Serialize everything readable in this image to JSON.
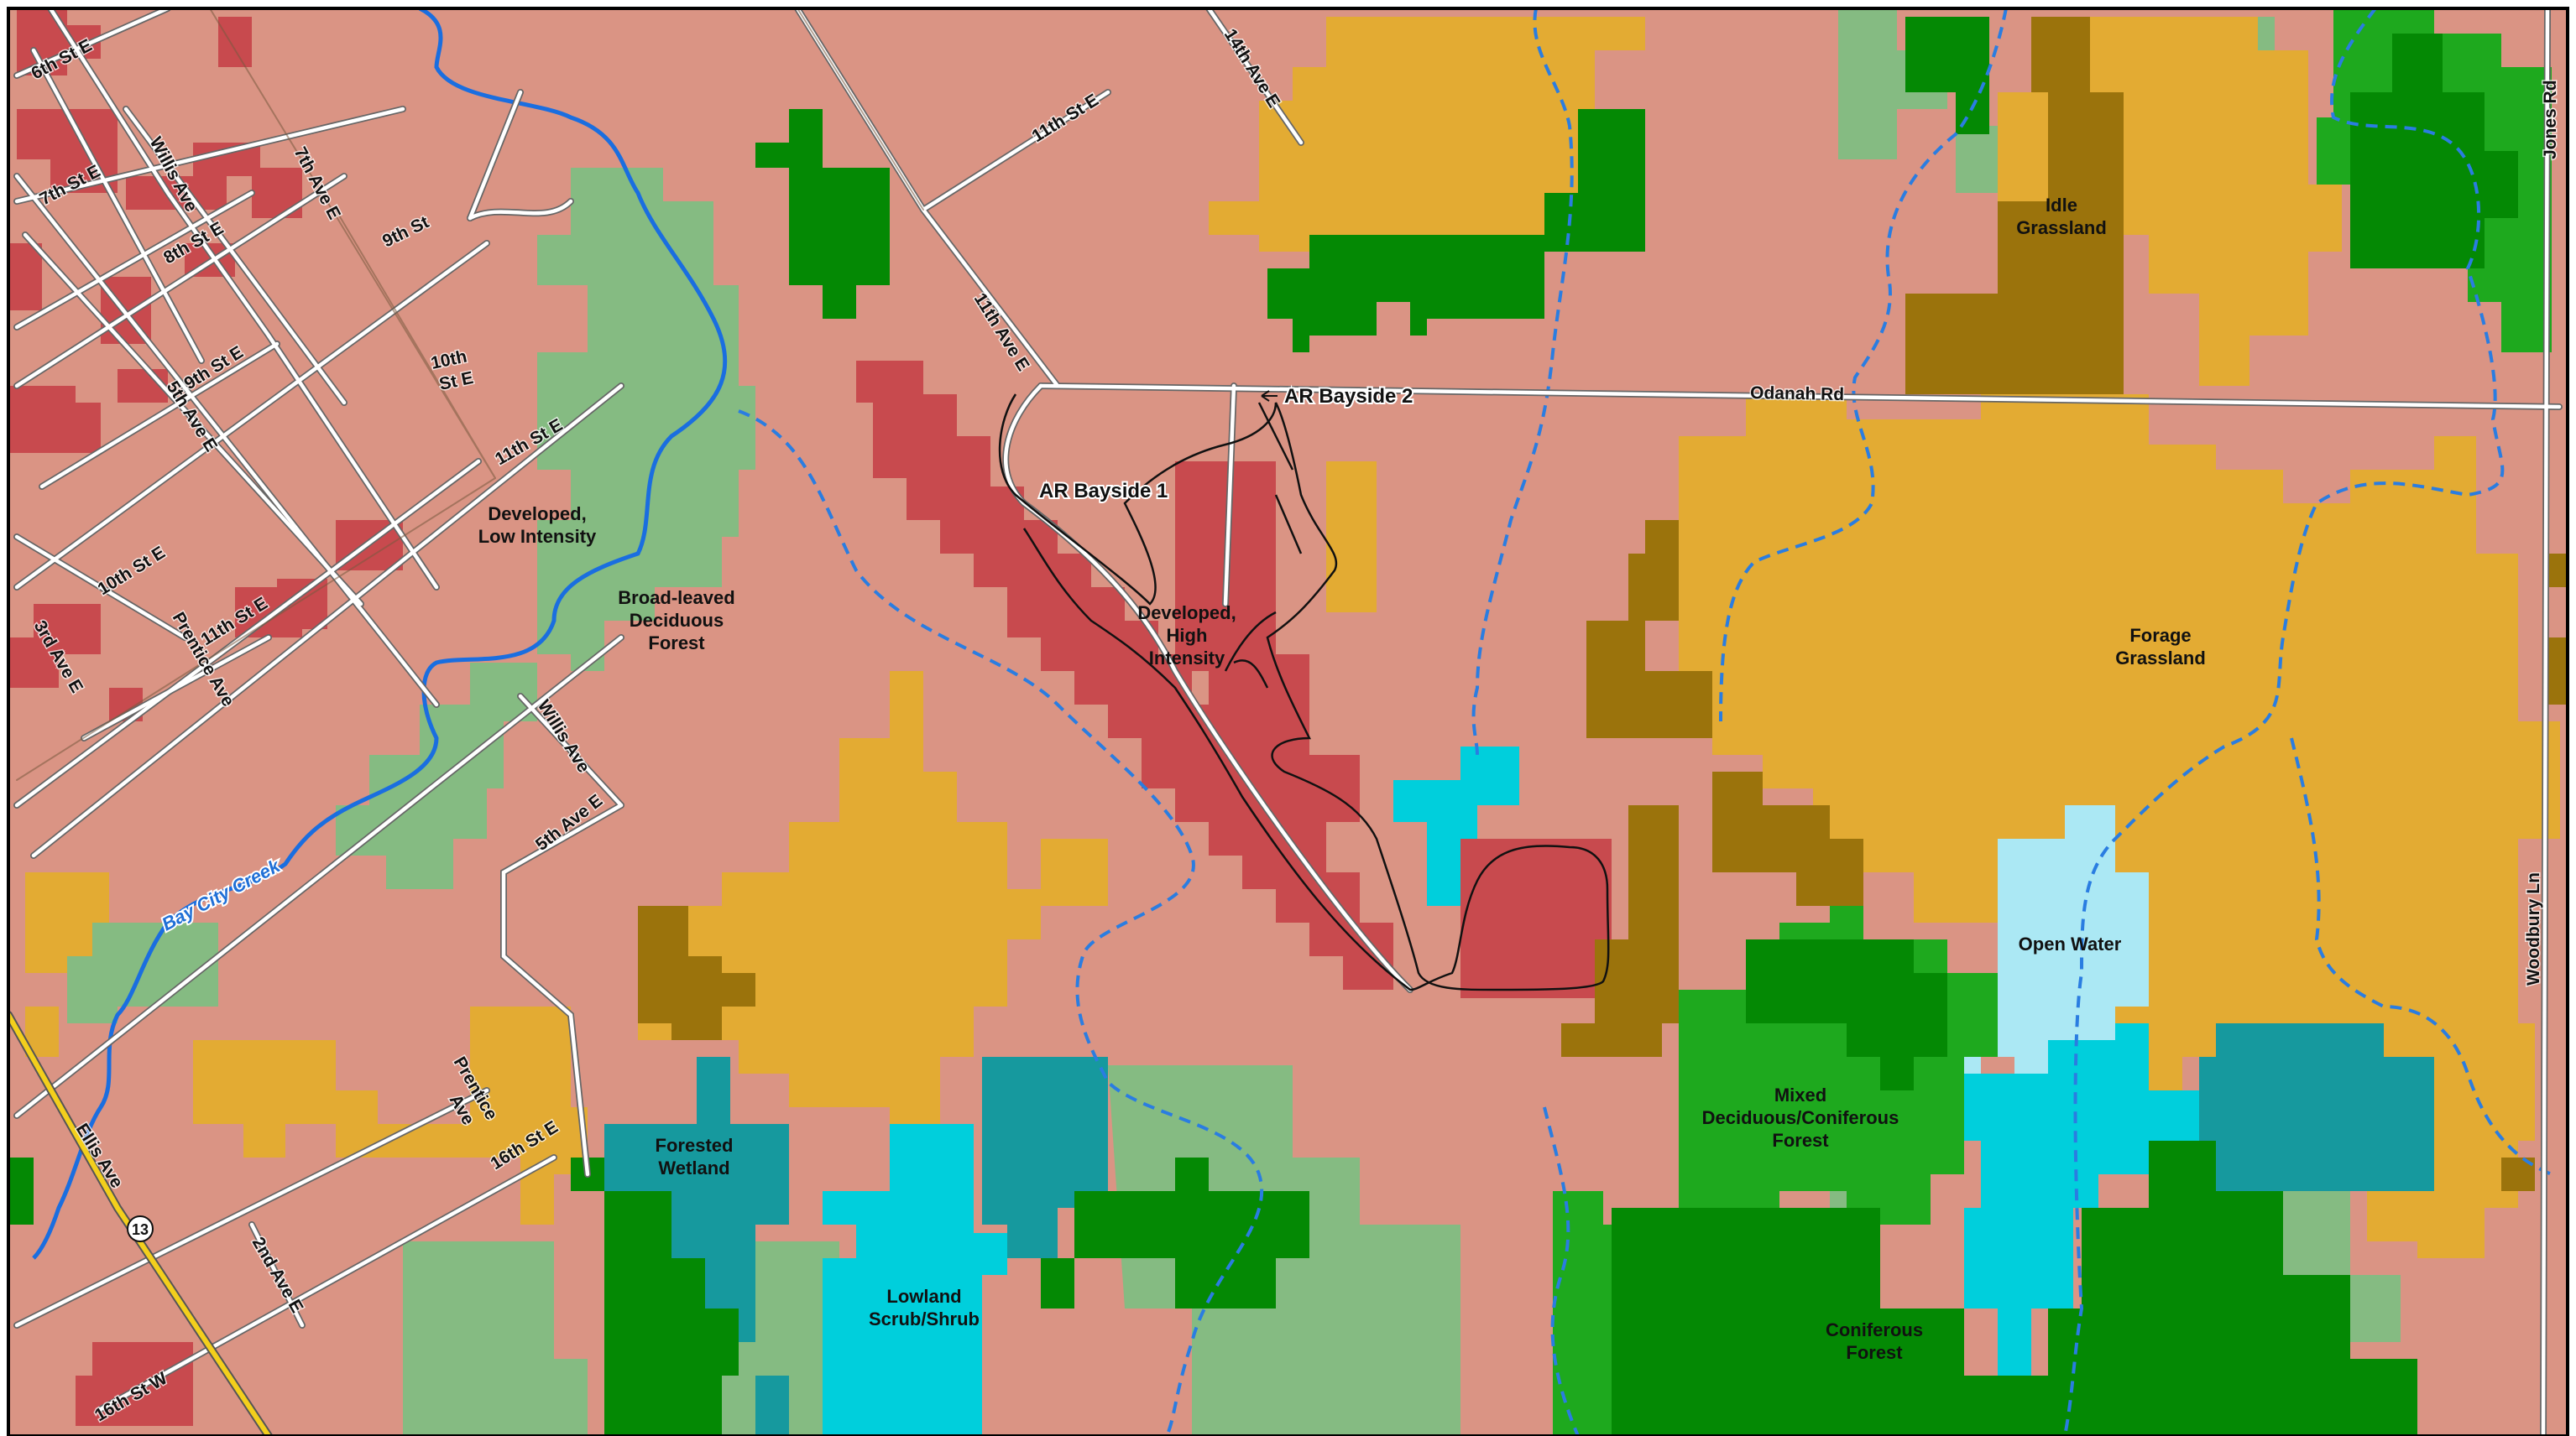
{
  "colors": {
    "developed_low": "#da9484",
    "developed_high": "#c84a4e",
    "broadleaf": "#85bb82",
    "coniferous": "#048904",
    "mixed": "#1ea91e",
    "forage": "#e3ab33",
    "idle": "#9b730c",
    "open_water": "#abe8f4",
    "lowland_scrub": "#00cfdc",
    "forested_wetland": "#16999e",
    "creek": "#1a6ee0",
    "stream": "#2a7de1",
    "highway": "#f3cf1c",
    "boundary": "#111111"
  },
  "landcover_labels": {
    "developed_low": [
      "Developed,",
      "Low Intensity"
    ],
    "broadleaf": [
      "Broad-leaved",
      "Deciduous",
      "Forest"
    ],
    "developed_high": [
      "Developed,",
      "High",
      "Intensity"
    ],
    "idle": [
      "Idle",
      "Grassland"
    ],
    "forage": [
      "Forage",
      "Grassland"
    ],
    "open_water": [
      "Open Water"
    ],
    "mixed": [
      "Mixed",
      "Deciduous/Coniferous",
      "Forest"
    ],
    "forested_wetland": [
      "Forested",
      "Wetland"
    ],
    "lowland_scrub": [
      "Lowland",
      "Scrub/Shrub"
    ],
    "coniferous": [
      "Coniferous",
      "Forest"
    ]
  },
  "site_labels": {
    "bayside_1": "AR Bayside 1",
    "bayside_2": "AR Bayside 2"
  },
  "creek_label": "Bay City Creek",
  "highway_shield": "13",
  "road_labels": {
    "sixth_st_e": "6th St E",
    "seventh_st_e": "7th St E",
    "willis_ave_n": "Willis Ave",
    "seventh_ave_e": "7th Ave E",
    "eighth_st_e": "8th St E",
    "ninth_st": "9th St",
    "ninth_st_e": "9th St E",
    "fifth_ave_e_n": "5th Ave E",
    "tenth_st_e_a": "10th",
    "tenth_st_e_b": "St E",
    "eleventh_st_e_n": "11th St E",
    "tenth_st_e": "10th St E",
    "eleventh_st_e_s": "11th St E",
    "third_ave_e": "3rd Ave E",
    "prentice_ave_n": "Prentice Ave",
    "willis_ave_s": "Willis Ave",
    "fifth_ave_e_s": "5th Ave E",
    "eleventh_st_e_ne": "11th St E",
    "fourteenth_ave_e": "14th Ave E",
    "eleventh_ave_e": "11th Ave E",
    "odanah_rd": "Odanah Rd",
    "jones_rd": "Jones Rd",
    "woodbury_ln": "Woodbury Ln",
    "prentice_ave_s_a": "Prentice",
    "prentice_ave_s_b": "Ave",
    "sixteenth_st_e": "16th St E",
    "second_ave_e": "2nd Ave E",
    "ellis_ave": "Ellis Ave",
    "sixteenth_st_w": "16th St W"
  }
}
